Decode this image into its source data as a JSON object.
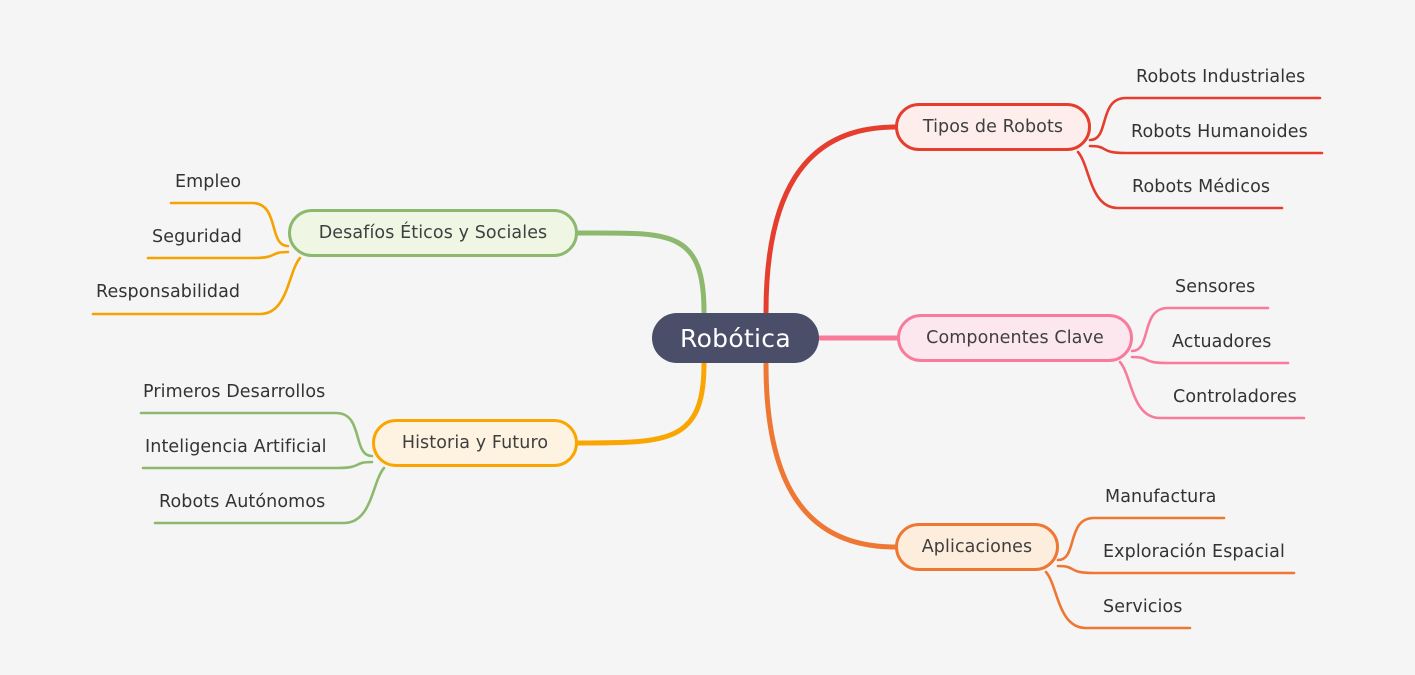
{
  "background_color": "#f5f5f5",
  "root": {
    "label": "Robótica",
    "fill": "#4b4e69",
    "text_color": "#ffffff"
  },
  "branches": [
    {
      "id": "tipos-de-robots",
      "label": "Tipos de Robots",
      "side": "right",
      "color": "#e53d2e",
      "fill": "#fdeeeb",
      "children": [
        {
          "label": "Robots Industriales"
        },
        {
          "label": "Robots Humanoides"
        },
        {
          "label": "Robots Médicos"
        }
      ]
    },
    {
      "id": "componentes-clave",
      "label": "Componentes Clave",
      "side": "right",
      "color": "#f97b9b",
      "fill": "#fde7ef",
      "children": [
        {
          "label": "Sensores"
        },
        {
          "label": "Actuadores"
        },
        {
          "label": "Controladores"
        }
      ]
    },
    {
      "id": "aplicaciones",
      "label": "Aplicaciones",
      "side": "right",
      "color": "#ee7733",
      "fill": "#fdeddd",
      "children": [
        {
          "label": "Manufactura"
        },
        {
          "label": "Exploración Espacial"
        },
        {
          "label": "Servicios"
        }
      ]
    },
    {
      "id": "desafios-eticos-y-sociales",
      "label": "Desafíos Éticos y Sociales",
      "side": "left",
      "color": "#8cb96e",
      "fill": "#eff6e4",
      "child_link_color": "#f5a300",
      "children": [
        {
          "label": "Empleo"
        },
        {
          "label": "Seguridad"
        },
        {
          "label": "Responsabilidad"
        }
      ]
    },
    {
      "id": "historia-y-futuro",
      "label": "Historia y Futuro",
      "side": "left",
      "color": "#f9a602",
      "fill": "#fdf3e0",
      "child_link_color": "#8cb96e",
      "children": [
        {
          "label": "Primeros Desarrollos"
        },
        {
          "label": "Inteligencia Artificial"
        },
        {
          "label": "Robots Autónomos"
        }
      ]
    }
  ]
}
